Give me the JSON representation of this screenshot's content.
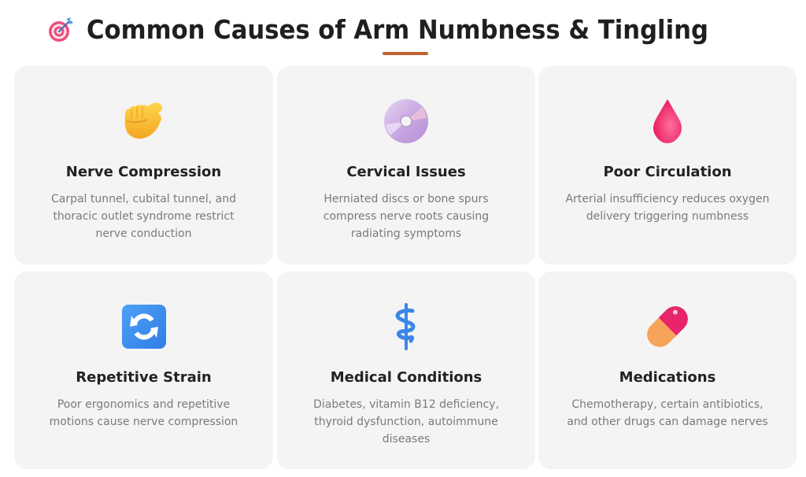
{
  "header": {
    "icon": "target-dart-icon",
    "title": "Common Causes of Arm Numbness & Tingling",
    "accent_color": "#c0622e"
  },
  "cards": [
    {
      "icon": "pinching-hand-icon",
      "title": "Nerve Compression",
      "description": "Carpal tunnel, cubital tunnel, and thoracic outlet syndrome restrict nerve conduction"
    },
    {
      "icon": "disc-icon",
      "title": "Cervical Issues",
      "description": "Herniated discs or bone spurs compress nerve roots causing radiating symptoms"
    },
    {
      "icon": "blood-drop-icon",
      "title": "Poor Circulation",
      "description": "Arterial insufficiency reduces oxygen delivery triggering numbness"
    },
    {
      "icon": "repeat-arrows-icon",
      "title": "Repetitive Strain",
      "description": "Poor ergonomics and repetitive motions cause nerve compression"
    },
    {
      "icon": "medical-symbol-icon",
      "title": "Medical Conditions",
      "description": "Diabetes, vitamin B12 deficiency, thyroid dysfunction, autoimmune diseases"
    },
    {
      "icon": "pill-icon",
      "title": "Medications",
      "description": "Chemotherapy, certain antibiotics, and other drugs can damage nerves"
    }
  ],
  "colors": {
    "card_background": "#f4f4f4",
    "title_text": "#222222",
    "description_text": "#7a7a7a"
  }
}
